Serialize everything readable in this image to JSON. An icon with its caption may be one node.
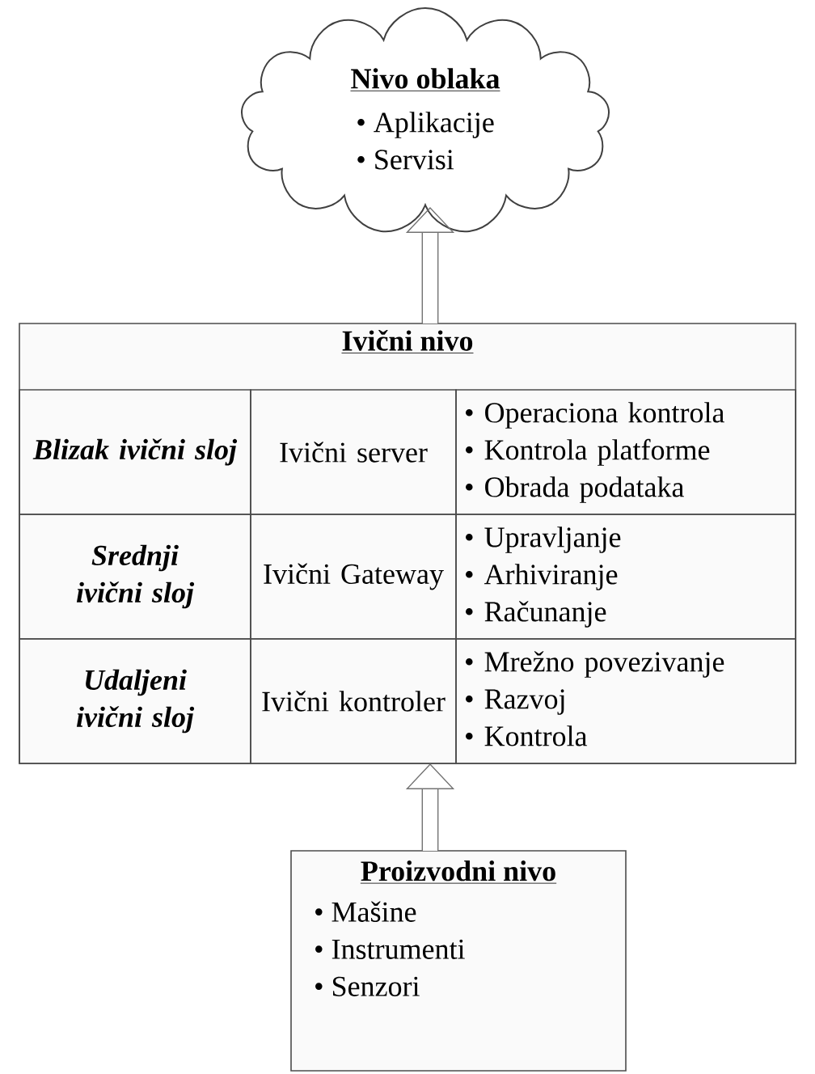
{
  "diagram": {
    "nodes": [
      {
        "text": [
          "Nivo oblaka",
          "• Aplikacije",
          "• Servisi"
        ]
      },
      {
        "text": [
          "Ivični nivo"
        ]
      },
      {
        "text": [
          "Blizak ivični sloj"
        ],
        "in": 1
      },
      {
        "text": [
          "Ivični server"
        ],
        "in": 1
      },
      {
        "text": [
          "• Operaciona kontrola",
          "• Kontrola platforme",
          "• Obrada podataka"
        ],
        "in": 1
      },
      {
        "text": [
          "Srednji ivični sloj"
        ],
        "in": 1
      },
      {
        "text": [
          "Ivični Gateway"
        ],
        "in": 1
      },
      {
        "text": [
          "• Upravljanje",
          "• Arhiviranje",
          "• Računanje"
        ],
        "in": 1
      },
      {
        "text": [
          "Udaljeni ivični sloj"
        ],
        "in": 1
      },
      {
        "text": [
          "Ivični kontroler"
        ],
        "in": 1
      },
      {
        "text": [
          "• Mrežno povezivanje",
          "• Razvoj",
          "• Kontrola"
        ],
        "in": 1
      },
      {
        "text": [
          "Proizvodni nivo",
          "• Mašine",
          "• Instrumenti",
          "• Senzori"
        ]
      }
    ],
    "edges": [
      {
        "from": 11,
        "to": 1,
        "arrow": "to"
      },
      {
        "from": 1,
        "to": 0,
        "arrow": "to"
      }
    ]
  }
}
